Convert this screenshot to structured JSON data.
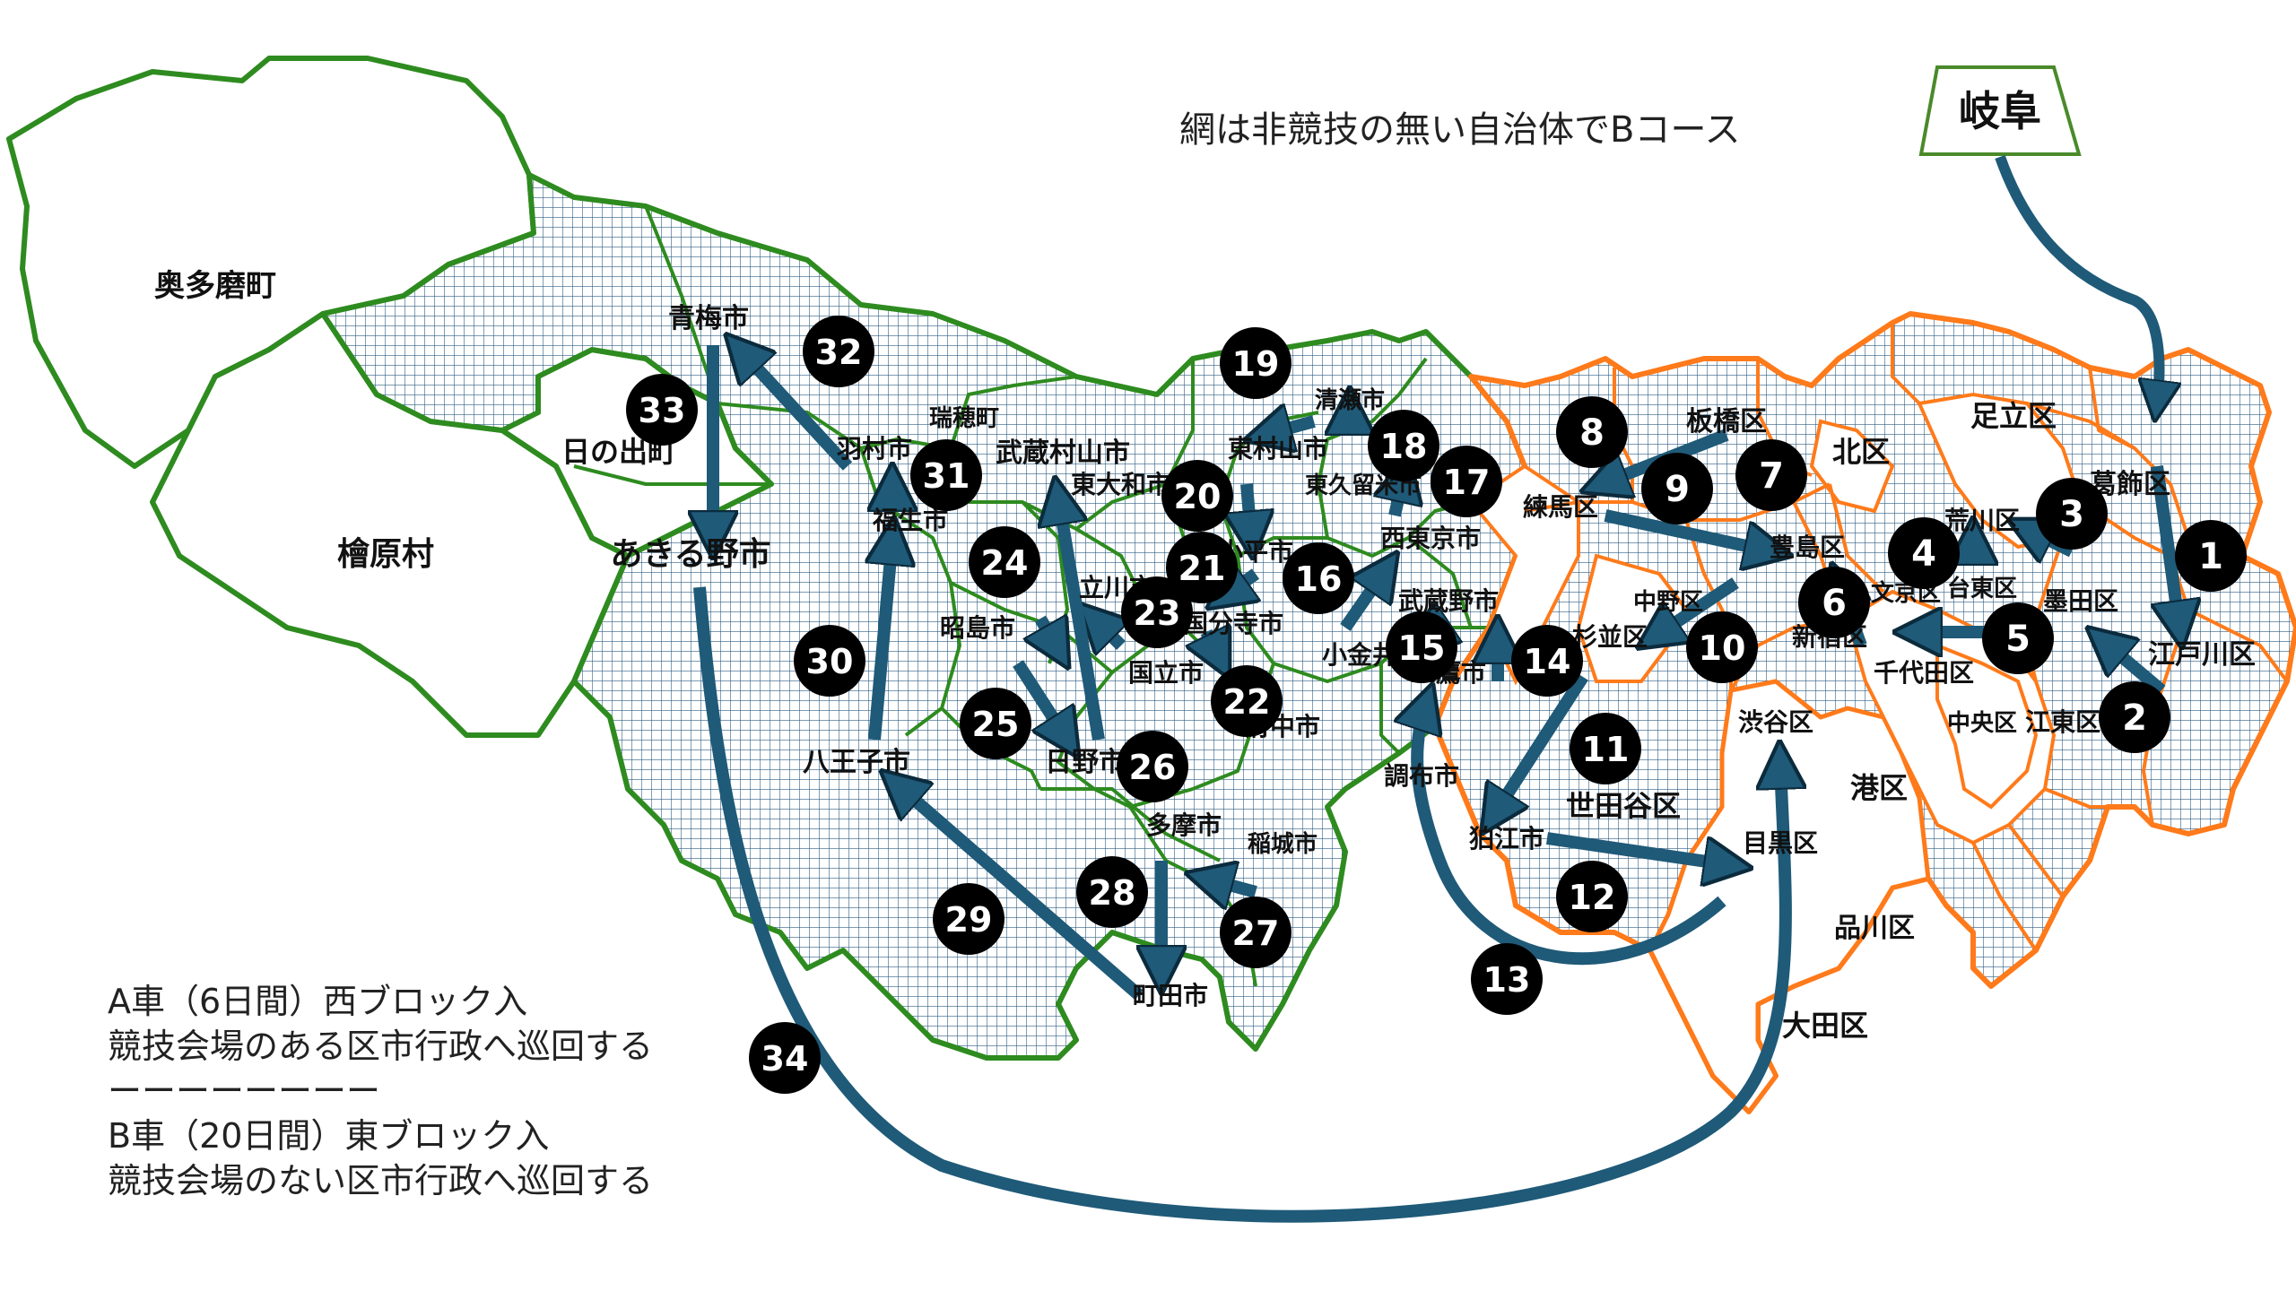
{
  "legend": {
    "note_title": "網は非競技の無い自治体でBコース",
    "origin_label": "岐阜",
    "line_a1": "A車（6日間）西ブロック入",
    "line_a2": "競技会場のある区市行政へ巡回する",
    "separator": "ーーーーーーーー",
    "line_b1": "B車（20日間）東ブロック入",
    "line_b2": "競技会場のない区市行政へ巡回する"
  },
  "colors": {
    "west_border": "#2e8b1f",
    "east_border": "#ff7a1a",
    "hatch": "#2f5f86",
    "route": "#1f5a78",
    "origin_border": "#4a8a2a",
    "marker": "#000000"
  },
  "municipalities": [
    "奥多磨町",
    "檜原村",
    "日の出町",
    "あきる野市",
    "青梅市",
    "羽村市",
    "瑞穂町",
    "福生市",
    "武蔵村山市",
    "東大和市",
    "昭島市",
    "立川市",
    "八王子市",
    "日野市",
    "国立市",
    "国分寺市",
    "小平市",
    "東村山市",
    "清瀬市",
    "東久留米市",
    "西東京市",
    "小金井市",
    "府中市",
    "多摩市",
    "稲城市",
    "町田市",
    "武蔵野市",
    "三鷹市",
    "調布市",
    "狛江市",
    "世田谷区",
    "杉並区",
    "練馬区",
    "板橋区",
    "北区",
    "豊島区",
    "中野区",
    "新宿区",
    "文京区",
    "渋谷区",
    "目黒区",
    "港区",
    "品川区",
    "大田区",
    "千代田区",
    "中央区",
    "台東区",
    "荒川区",
    "足立区",
    "葛飾区",
    "墨田区",
    "江東区",
    "江戸川区"
  ],
  "route_steps": [
    "1",
    "2",
    "3",
    "4",
    "5",
    "6",
    "7",
    "8",
    "9",
    "10",
    "11",
    "12",
    "13",
    "14",
    "15",
    "16",
    "17",
    "18",
    "19",
    "20",
    "21",
    "22",
    "23",
    "24",
    "25",
    "26",
    "27",
    "28",
    "29",
    "30",
    "31",
    "32",
    "33",
    "34"
  ]
}
